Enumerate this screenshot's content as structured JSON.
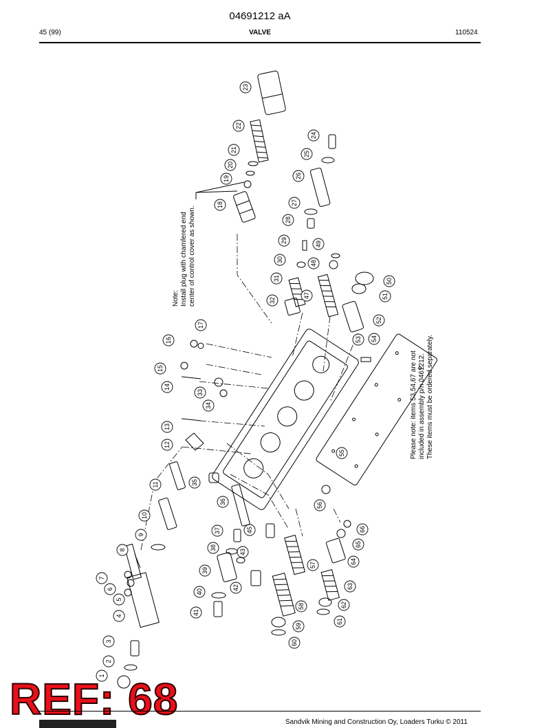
{
  "header": {
    "doc_number": "04691212 aA",
    "page": "45 (99)",
    "title": "VALVE",
    "revision": "110524"
  },
  "diagram": {
    "note_plug": [
      "Note:",
      "Install plug with chamfered end",
      "center of control cover as shown."
    ],
    "note_assembly": [
      "Please note: items 53,54,67 are not",
      "included in assembly p/n 0461212.",
      "These items must be ordered separately."
    ],
    "callouts": [
      "1",
      "2",
      "3",
      "4",
      "5",
      "6",
      "7",
      "8",
      "9",
      "10",
      "11",
      "12",
      "13",
      "14",
      "15",
      "16",
      "17",
      "18",
      "19",
      "20",
      "21",
      "22",
      "23",
      "24",
      "25",
      "26",
      "27",
      "28",
      "29",
      "30",
      "31",
      "32",
      "33",
      "34",
      "35",
      "36",
      "37",
      "38",
      "39",
      "40",
      "41",
      "42",
      "43",
      "45",
      "47",
      "48",
      "49",
      "50",
      "51",
      "52",
      "53",
      "54",
      "55",
      "56",
      "57",
      "58",
      "59",
      "60",
      "61",
      "62",
      "63",
      "64",
      "65",
      "66"
    ]
  },
  "stamp": {
    "text": "REF: 68"
  },
  "footer": {
    "text": "Sandvik Mining and Construction Oy, Loaders Turku © 2011"
  }
}
